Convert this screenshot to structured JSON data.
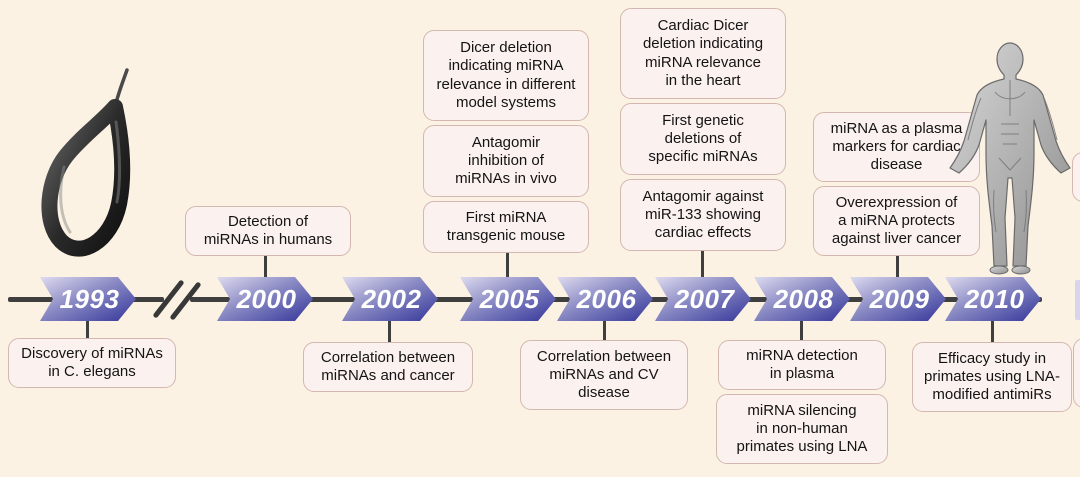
{
  "figure": {
    "name": "miRNA research timeline",
    "background_color": "#fcf2e3",
    "timeline_color": "#3f3f3f",
    "arrow_gradient": [
      "#dcd9ee",
      "#6f6fb5",
      "#34369a"
    ],
    "box_fill": "#fbf1ee",
    "box_border": "#d4b7b0"
  },
  "timeline": {
    "years": [
      {
        "label": "1993"
      },
      {
        "label": "2000"
      },
      {
        "label": "2002"
      },
      {
        "label": "2005"
      },
      {
        "label": "2006"
      },
      {
        "label": "2007"
      },
      {
        "label": "2008"
      },
      {
        "label": "2009"
      },
      {
        "label": "2010"
      }
    ],
    "break_symbol": "//"
  },
  "milestones": {
    "above": [
      {
        "year": "2000",
        "label": "Detection of\nmiRNAs in humans"
      },
      {
        "year": "2005",
        "label": "Dicer deletion\nindicating miRNA\nrelevance in different\nmodel systems"
      },
      {
        "year": "2005",
        "label": "Antagomir\ninhibition of\nmiRNAs in vivo"
      },
      {
        "year": "2005",
        "label": "First miRNA\ntransgenic mouse"
      },
      {
        "year": "2007",
        "label": "Cardiac Dicer\ndeletion indicating\nmiRNA relevance\nin the heart"
      },
      {
        "year": "2007",
        "label": "First genetic\ndeletions of\nspecific miRNAs"
      },
      {
        "year": "2007",
        "label": "Antagomir against\nmiR-133 showing\ncardiac effects"
      },
      {
        "year": "2009",
        "label": "miRNA as a plasma\nmarkers for cardiac\ndisease"
      },
      {
        "year": "2009",
        "label": "Overexpression of\na miRNA protects\nagainst liver cancer"
      }
    ],
    "below": [
      {
        "year": "1993",
        "label": "Discovery of miRNAs\nin C. elegans"
      },
      {
        "year": "2002",
        "label": "Correlation between\nmiRNAs and cancer"
      },
      {
        "year": "2006",
        "label": "Correlation between\nmiRNAs and CV\ndisease"
      },
      {
        "year": "2008",
        "label": "miRNA detection\nin plasma"
      },
      {
        "year": "2008",
        "label": "miRNA silencing\nin non-human\nprimates using LNA"
      },
      {
        "year": "2010",
        "label": "Efficacy study in\nprimates using LNA-\nmodified antimiRs"
      }
    ]
  },
  "images": {
    "worm": "c-elegans-worm-illustration",
    "human": "human-anatomy-muscle-figure"
  }
}
